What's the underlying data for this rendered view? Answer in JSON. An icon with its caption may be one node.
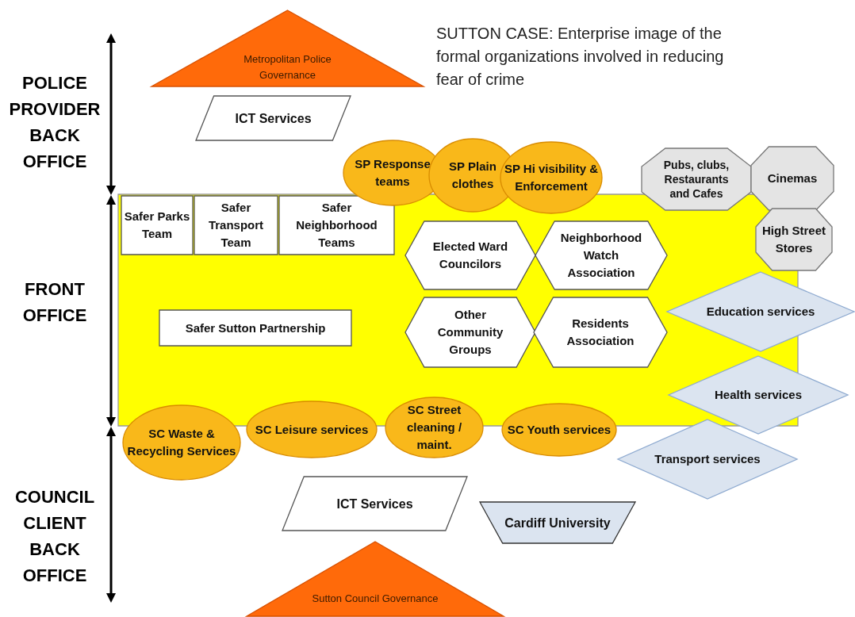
{
  "diagram": {
    "title": "SUTTON CASE: Enterprise image of the formal organizations involved in reducing fear of crime",
    "nodes": [
      {
        "text": [
          "Metropolitan Police Governance"
        ]
      },
      {
        "text": [
          "ICT Services"
        ]
      },
      {
        "text": [
          "SP Response teams"
        ]
      },
      {
        "text": [
          "SP Plain clothes"
        ]
      },
      {
        "text": [
          "SP Hi visibility & Enforcement"
        ]
      },
      {
        "text": [
          "Pubs,  clubs, Restaurants and Cafes"
        ]
      },
      {
        "text": [
          "Cinemas"
        ]
      },
      {
        "text": [],
        "shape": "box"
      },
      {
        "text": [
          "Safer Parks Team"
        ],
        "in": 7
      },
      {
        "text": [
          "Safer Transport Team"
        ],
        "in": 7
      },
      {
        "text": [
          "Safer Neighborhood Teams"
        ],
        "in": 7
      },
      {
        "text": [
          "High Street Stores"
        ]
      },
      {
        "text": [
          "Elected Ward Councilors"
        ],
        "in": 7
      },
      {
        "text": [
          "Neighborhood Watch Association"
        ],
        "in": 7
      },
      {
        "text": [
          "Education services"
        ]
      },
      {
        "text": [
          "Safer Sutton Partnership"
        ],
        "in": 7
      },
      {
        "text": [
          "Other Community Groups"
        ],
        "in": 7
      },
      {
        "text": [
          "Residents Association"
        ],
        "in": 7
      },
      {
        "text": [
          "Health services"
        ]
      },
      {
        "text": [
          "SC Waste & Recycling Services"
        ]
      },
      {
        "text": [
          "SC Leisure services"
        ]
      },
      {
        "text": [
          "SC Street cleaning / maint."
        ]
      },
      {
        "text": [
          "SC Youth services"
        ]
      },
      {
        "text": [
          "Transport services"
        ]
      },
      {
        "text": [
          "ICT Services"
        ]
      },
      {
        "text": [
          "Cardiff University"
        ]
      },
      {
        "text": [
          "Sutton Council Governance"
        ]
      }
    ],
    "labels": [
      "POLICE PROVIDER BACK OFFICE",
      "FRONT OFFICE",
      "COUNCIL CLIENT BACK OFFICE"
    ]
  }
}
